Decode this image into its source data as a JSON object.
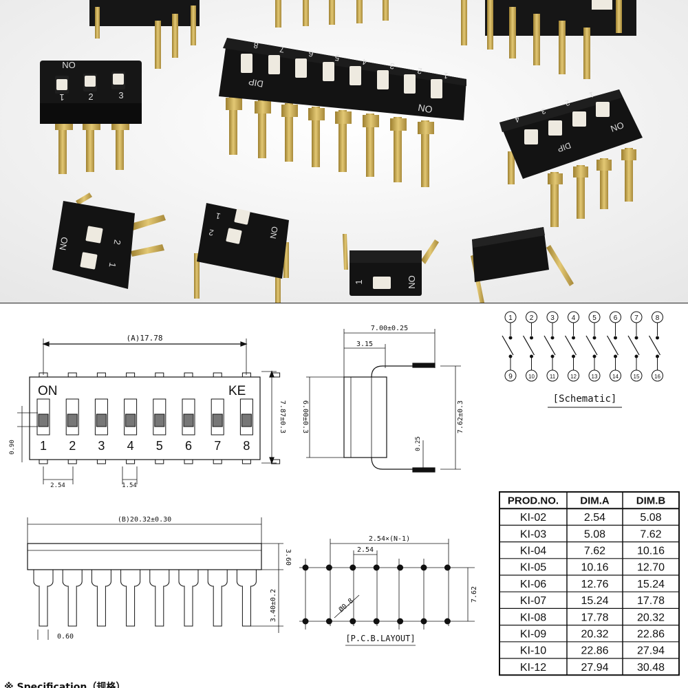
{
  "photo": {
    "switch_labels": {
      "on": "ON",
      "dip": "DIP",
      "dip8_numbers": [
        "8",
        "7",
        "6",
        "5",
        "4",
        "3",
        "2",
        "1"
      ],
      "dip3_numbers": [
        "1",
        "2",
        "3"
      ],
      "dip4_numbers": [
        "4",
        "3",
        "2",
        "1"
      ],
      "dip2a_numbers": [
        "2",
        "1"
      ],
      "dip2b_numbers": [
        "1",
        "2"
      ],
      "dip1_numbers": [
        "1"
      ]
    },
    "colors": {
      "body": "#161616",
      "pin": "#c9a94e",
      "slider": "#eeeae0",
      "background": "#f4f4f4"
    }
  },
  "drawing": {
    "top_view": {
      "dim_a": "(A)17.78",
      "on_label": "ON",
      "brand": "KE",
      "positions": [
        "1",
        "2",
        "3",
        "4",
        "5",
        "6",
        "7",
        "8"
      ],
      "height_dim": "7.87±0.3",
      "slider_dim": "0.90",
      "pitch_dim": "2.54",
      "slot_dim": "1.54"
    },
    "side_view": {
      "width_dim": "7.00±0.25",
      "offset_dim": "3.15",
      "body_dim": "6.00±0.3",
      "span_dim": "7.62±0.3",
      "pin_dim": "0.25"
    },
    "schematic": {
      "top_pins": [
        "1",
        "2",
        "3",
        "4",
        "5",
        "6",
        "7",
        "8"
      ],
      "bottom_pins": [
        "9",
        "10",
        "11",
        "12",
        "13",
        "14",
        "15",
        "16"
      ],
      "caption": "[Schematic]"
    },
    "front_view": {
      "length_dim": "(B)20.32±0.30",
      "body_height_dim": "3.60",
      "pin_length_dim": "3.40±0.2",
      "pin_width_dim": "0.60"
    },
    "pcb_layout": {
      "span_dim": "2.54×(N-1)",
      "pitch_dim": "2.54",
      "hole_dim": "Ø0.8",
      "row_dim": "7.62",
      "caption": "[P.C.B.LAYOUT]"
    },
    "dimension_table": {
      "headers": [
        "PROD.NO.",
        "DIM.A",
        "DIM.B"
      ],
      "rows": [
        [
          "KI-02",
          "2.54",
          "5.08"
        ],
        [
          "KI-03",
          "5.08",
          "7.62"
        ],
        [
          "KI-04",
          "7.62",
          "10.16"
        ],
        [
          "KI-05",
          "10.16",
          "12.70"
        ],
        [
          "KI-06",
          "12.76",
          "15.24"
        ],
        [
          "KI-07",
          "15.24",
          "17.78"
        ],
        [
          "KI-08",
          "17.78",
          "20.32"
        ],
        [
          "KI-09",
          "20.32",
          "22.86"
        ],
        [
          "KI-10",
          "22.86",
          "27.94"
        ],
        [
          "KI-12",
          "27.94",
          "30.48"
        ]
      ]
    }
  },
  "specification": {
    "title": "※ Specification（规格）"
  }
}
